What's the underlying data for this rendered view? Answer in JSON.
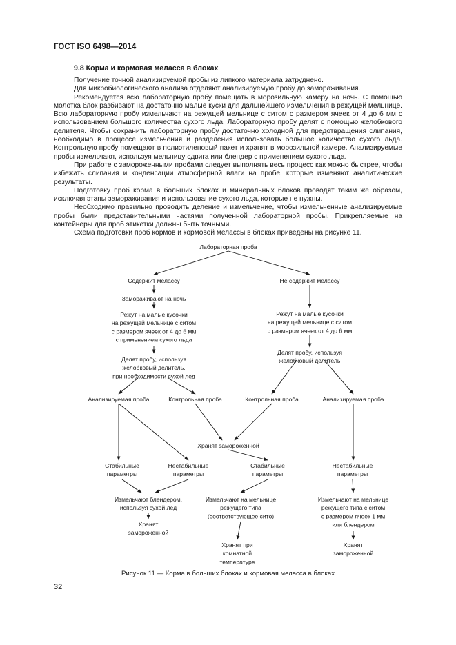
{
  "header": {
    "doc_id": "ГОСТ ISO 6498—2014"
  },
  "section": {
    "title": "9.8 Корма и кормовая меласса в блоках"
  },
  "paragraphs": [
    "Получение точной анализируемой пробы из липкого материала затруднено.",
    "Для микробиологического анализа отделяют анализируемую пробу до замораживания.",
    "Рекомендуется всю лабораторную пробу помещать в морозильную камеру на ночь. С помощью молотка блок разбивают на достаточно малые куски для дальнейшего измельчения в режущей мельнице. Всю лабораторную пробу измельчают на режущей мельнице с ситом с размером ячеек от 4 до 6 мм с использованием большого количества сухого льда. Лабораторную пробу делят с помощью желобкового делителя. Чтобы сохранить лабораторную пробу достаточно холодной для предотвращения слипания, необходимо в процессе измельчения и разделения использовать большое количество сухого льда. Контрольную пробу помещают в полиэтиленовый пакет и хранят в морозильной камере. Анализируемые пробы измельчают, используя мельницу сдвига или блендер с применением сухого льда.",
    "При работе с замороженными пробами следует выполнять весь процесс как можно быстрее, чтобы избежать слипания и конденсации атмосферной влаги на пробе, которые изменяют аналитические результаты.",
    "Подготовку проб корма в больших блоках и минеральных блоков проводят таким же образом, исключая этапы замораживания и использование сухого льда, которые не нужны.",
    "Необходимо правильно проводить деление и измельчение, чтобы измельченные анализируемые пробы были представительными частями полученной лабораторной пробы. Прикрепляемые на контейнеры для проб этикетки должны быть точными.",
    "Схема подготовки проб кормов и кормовой мелассы в блоках приведены на рисунке 11."
  ],
  "flowchart": {
    "nodes": {
      "lab_sample": "Лабораторная проба",
      "contains_molasses": "Содержит мелассу",
      "no_molasses": "Не содержит мелассу",
      "freeze_overnight": "Замораживают на ночь",
      "cut_left": [
        "Режут на малые кусочки",
        "на режущей мельнице с ситом",
        "с размером ячеек от 4 до 6 мм",
        "с применением сухого льда"
      ],
      "cut_right": [
        "Режут на малые кусочки",
        "на режущей мельнице с ситом",
        "с размером ячеек от 4 до 6 мм"
      ],
      "divide_left": [
        "Делят пробу, используя",
        "желобковый делитель,",
        "при необходимости сухой лед"
      ],
      "divide_right": [
        "Делят пробу, используя",
        "желобковый делитель"
      ],
      "analysis_left": "Анализируемая проба",
      "control_left": "Контрольная проба",
      "control_right": "Контрольная проба",
      "analysis_right": "Анализируемая проба",
      "store_frozen_center": "Хранят замороженной",
      "stable_left": [
        "Стабильные",
        "параметры"
      ],
      "unstable_left": [
        "Нестабильные",
        "параметры"
      ],
      "stable_right": [
        "Стабильные",
        "параметры"
      ],
      "unstable_right": [
        "Нестабильные",
        "параметры"
      ],
      "grind_blender": [
        "Измельчают блендером,",
        "используя сухой лед"
      ],
      "grind_mill": [
        "Измельчают на мельнице",
        "режущего типа",
        "(соответствующее сито)"
      ],
      "grind_mill_1mm": [
        "Измельчают на мельнице",
        "режущего типа с ситом",
        "с размером ячеек 1 мм",
        "или блендером"
      ],
      "store_frozen_left": [
        "Хранят",
        "замороженной"
      ],
      "store_room_temp": [
        "Хранят при",
        "комнатной",
        "температуре"
      ],
      "store_frozen_right": [
        "Хранят",
        "замороженной"
      ]
    }
  },
  "caption": "Рисунок 11 — Корма в больших блоках и кормовая меласса в блоках",
  "page_number": "32"
}
